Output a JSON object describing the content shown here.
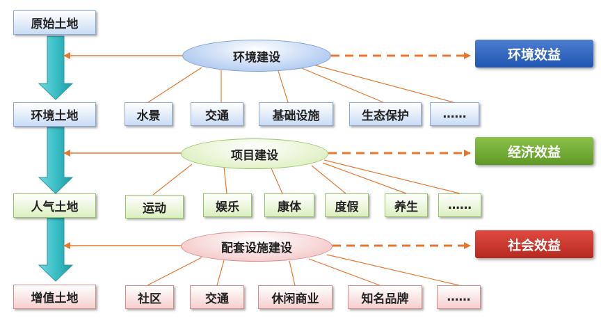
{
  "stages": [
    "原始土地",
    "环境土地",
    "人气土地",
    "增值土地"
  ],
  "constructions": [
    {
      "label": "环境建设",
      "benefit": "环境效益",
      "items": [
        "水景",
        "交通",
        "基础设施",
        "生态保护",
        "……"
      ]
    },
    {
      "label": "项目建设",
      "benefit": "经济效益",
      "items": [
        "运动",
        "娱乐",
        "康体",
        "度假",
        "养生",
        "……"
      ]
    },
    {
      "label": "配套设施建设",
      "benefit": "社会效益",
      "items": [
        "社区",
        "交通",
        "休闲商业",
        "知名品牌",
        "……"
      ]
    }
  ],
  "colors": {
    "connector": "#e8772e",
    "flow_arrow": "#3bbfc6",
    "environment": "#2c63bf",
    "economy": "#6faa32",
    "society": "#c93128"
  }
}
